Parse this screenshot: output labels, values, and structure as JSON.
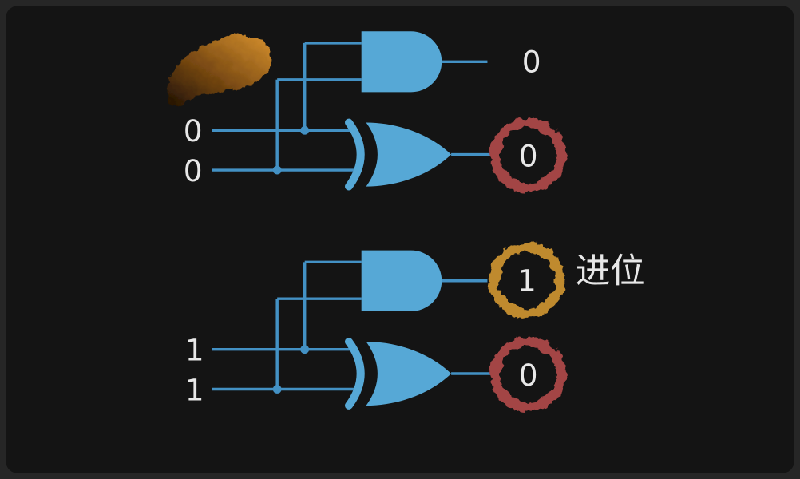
{
  "labels": {
    "carry": "进位"
  },
  "colors": {
    "background": "#141414",
    "frame": "#262626",
    "gate_blue": "#56a8d6",
    "wire_blue": "#4391c4",
    "text_white": "#e8e8e8",
    "carry_ring": "#bf8a2f",
    "sum_ring": "#a34444",
    "brush_orange": "#d8922f"
  },
  "circuits": [
    {
      "inputs": [
        "0",
        "0"
      ],
      "carry_out": "0",
      "sum_out": "0"
    },
    {
      "inputs": [
        "1",
        "1"
      ],
      "carry_out": "1",
      "sum_out": "0"
    }
  ]
}
